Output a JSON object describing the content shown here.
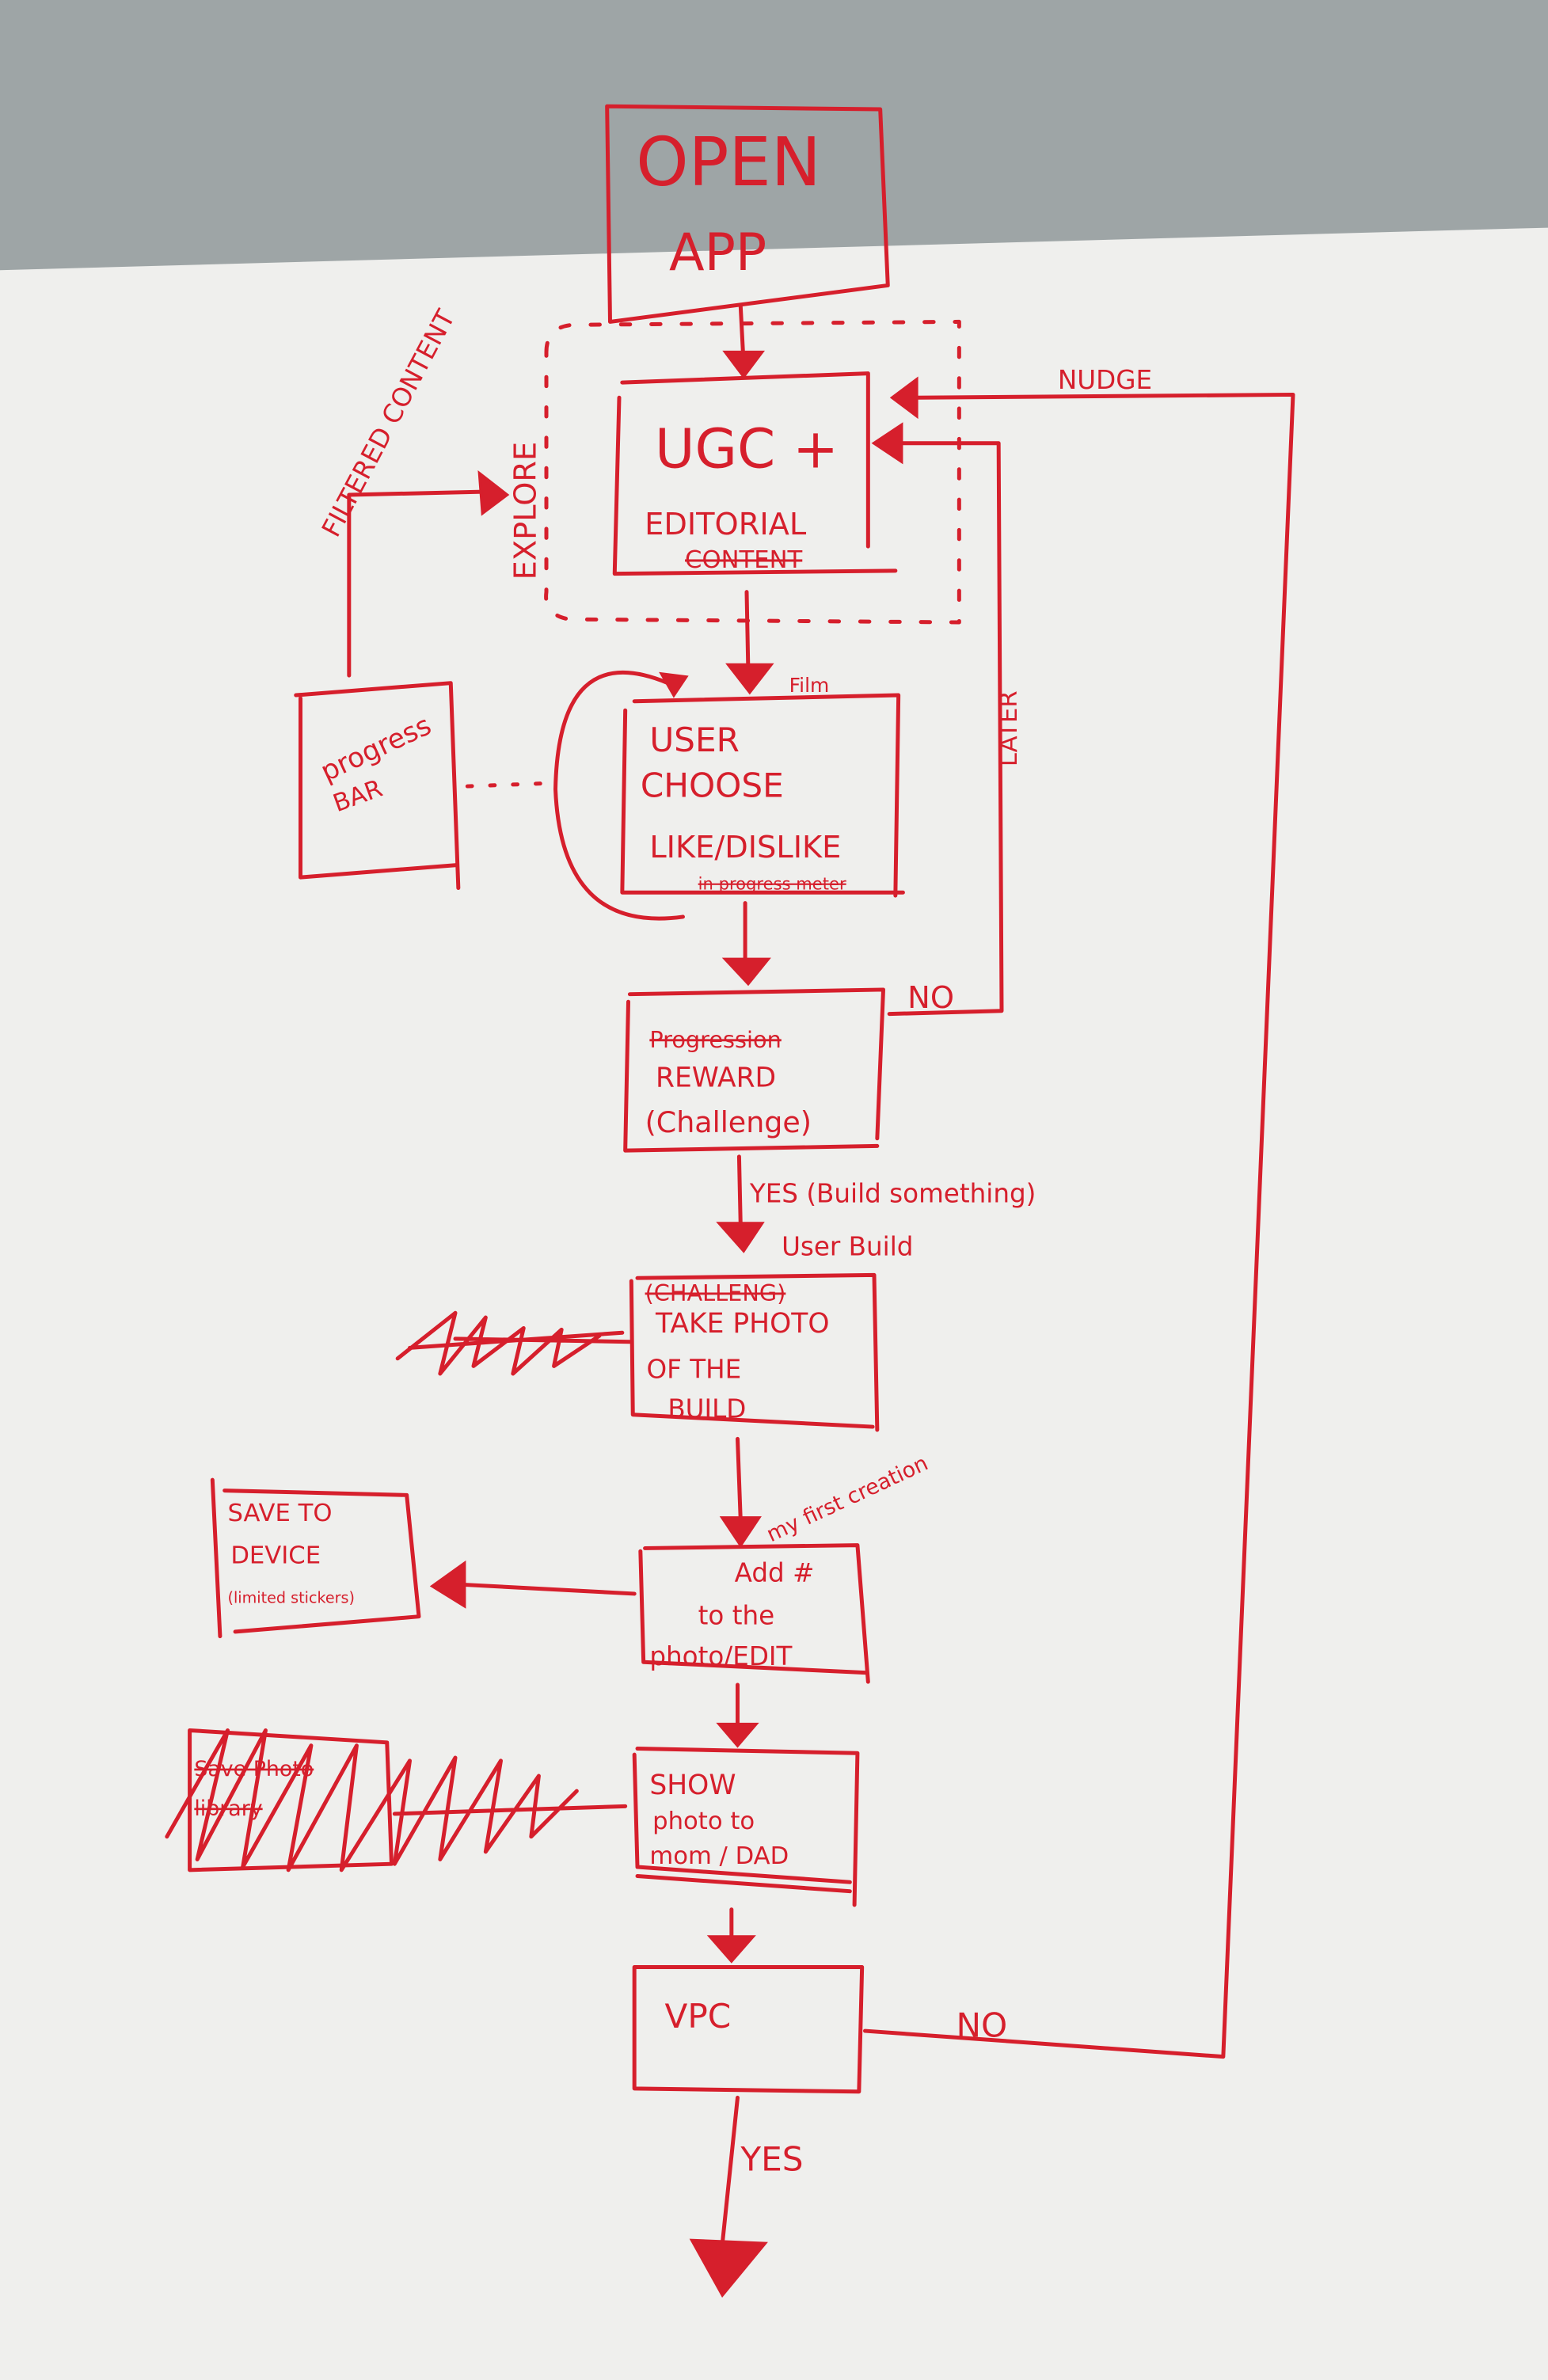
{
  "title": "App flow sketch",
  "colors": {
    "ink": "#d61f2c",
    "paper": "#f1f1ef",
    "wall": "#9aa1a2"
  },
  "nodes": {
    "open_app": {
      "line1": "OPEN",
      "line2": "APP"
    },
    "content": {
      "line1": "UGC +",
      "line2": "EDITORIAL",
      "line3": "CONTENT"
    },
    "progress_bar": {
      "line1": "progress",
      "line2": "BAR"
    },
    "user_choose": {
      "line1": "USER",
      "line2": "CHOOSE",
      "line3": "LIKE/DISLIKE",
      "struck": "in progress meter"
    },
    "reward": {
      "struck": "Progression",
      "line1": "REWARD",
      "line2": "(Challenge)"
    },
    "take_photo": {
      "line0": "(CHALLENG)",
      "line1": "TAKE PHOTO",
      "line2": "OF THE",
      "line3": "BUILD"
    },
    "add_hashtag": {
      "line1": "Add #",
      "line2": "to the",
      "line3": "photo/EDIT"
    },
    "save_device": {
      "line1": "SAVE TO",
      "line2": "DEVICE",
      "line3": "(limited stickers)"
    },
    "save_library_scribbled": {
      "line1": "Save Photo",
      "line2": "library"
    },
    "show_parent": {
      "line1": "SHOW",
      "line2": "photo to",
      "line3": "mom / DAD"
    },
    "vpc": {
      "label": "VPC"
    }
  },
  "edge_labels": {
    "filtered_content": "FILTERED CONTENT",
    "explore": "EXPLORE",
    "film": "Film",
    "no_later": "NO",
    "later": "LATER",
    "nudge": "NUDGE",
    "yes_build": "YES (Build something)",
    "user_build": "User Build",
    "my_first_creation": "my first creation",
    "vpc_no": "NO",
    "vpc_yes": "YES"
  }
}
